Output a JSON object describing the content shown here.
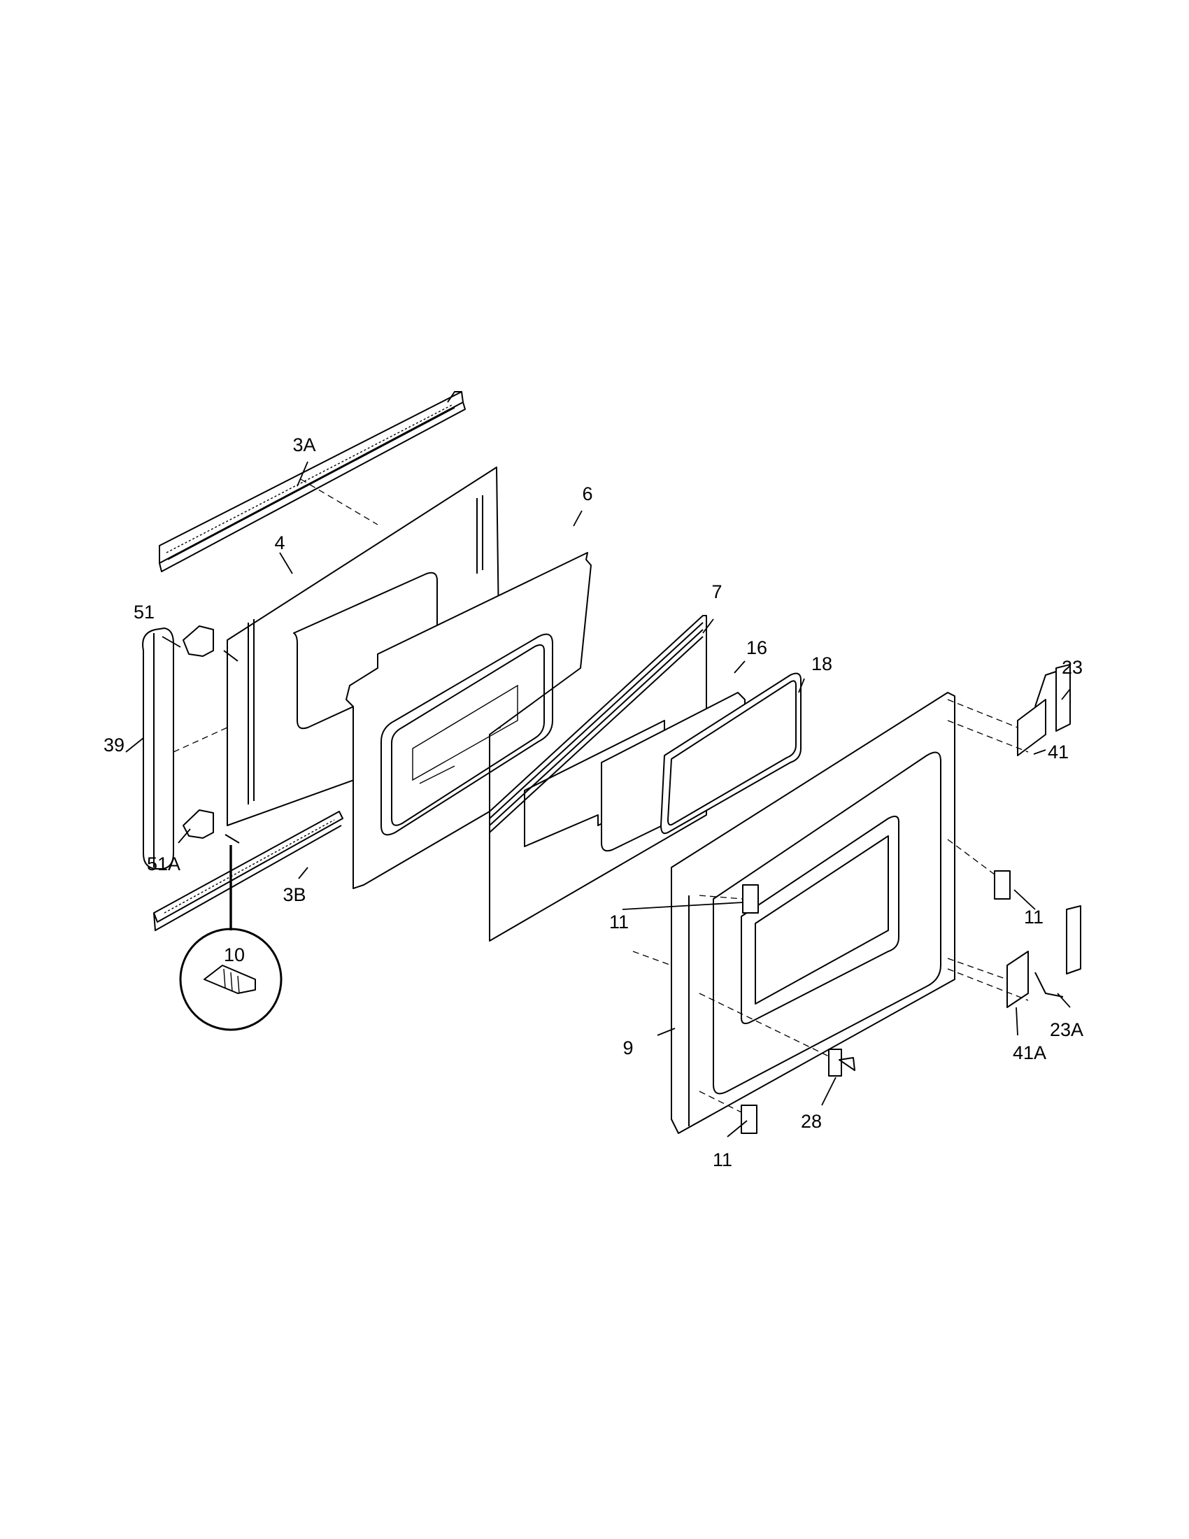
{
  "callouts": [
    {
      "id": "3A",
      "text": "3A"
    },
    {
      "id": "4",
      "text": "4"
    },
    {
      "id": "6",
      "text": "6"
    },
    {
      "id": "7",
      "text": "7"
    },
    {
      "id": "16",
      "text": "16"
    },
    {
      "id": "18",
      "text": "18"
    },
    {
      "id": "23",
      "text": "23"
    },
    {
      "id": "51",
      "text": "51"
    },
    {
      "id": "39",
      "text": "39"
    },
    {
      "id": "41",
      "text": "41"
    },
    {
      "id": "51A",
      "text": "51A"
    },
    {
      "id": "3B",
      "text": "3B"
    },
    {
      "id": "11a",
      "text": "11"
    },
    {
      "id": "11b",
      "text": "11"
    },
    {
      "id": "10",
      "text": "10"
    },
    {
      "id": "23A",
      "text": "23A"
    },
    {
      "id": "9",
      "text": "9"
    },
    {
      "id": "41A",
      "text": "41A"
    },
    {
      "id": "28",
      "text": "28"
    },
    {
      "id": "11c",
      "text": "11"
    }
  ]
}
